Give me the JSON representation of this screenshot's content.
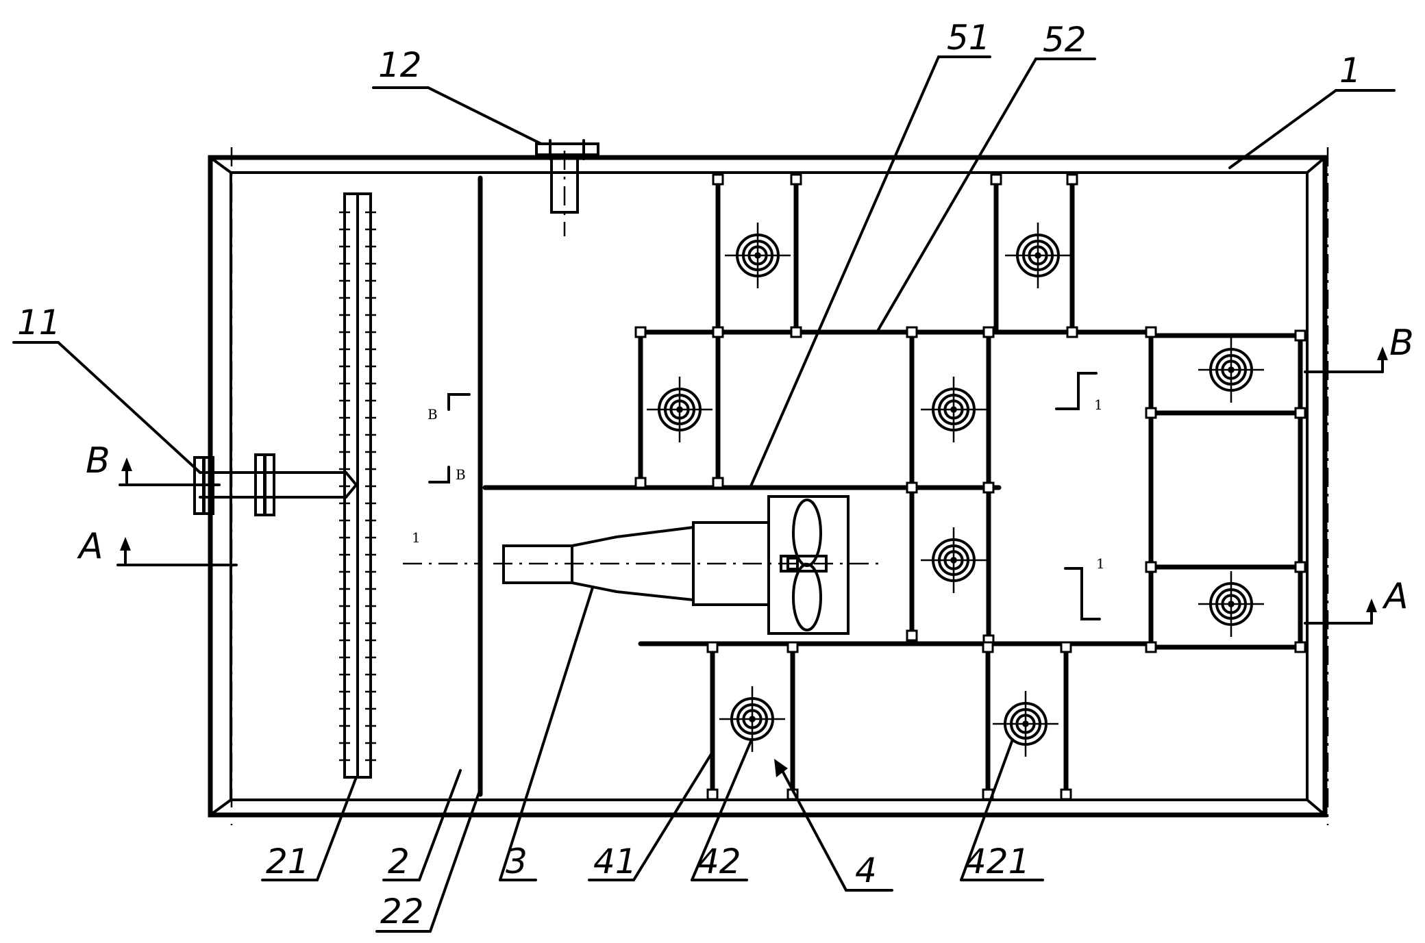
{
  "labels": {
    "l1": "1",
    "l11": "11",
    "l12": "12",
    "l2": "2",
    "l21": "21",
    "l22": "22",
    "l3": "3",
    "l4": "4",
    "l41": "41",
    "l42": "42",
    "l421": "421",
    "l51": "51",
    "l52": "52"
  },
  "section_marks": {
    "a": "A",
    "b": "B"
  },
  "inner_marks": {
    "b": "B",
    "one": "1"
  }
}
